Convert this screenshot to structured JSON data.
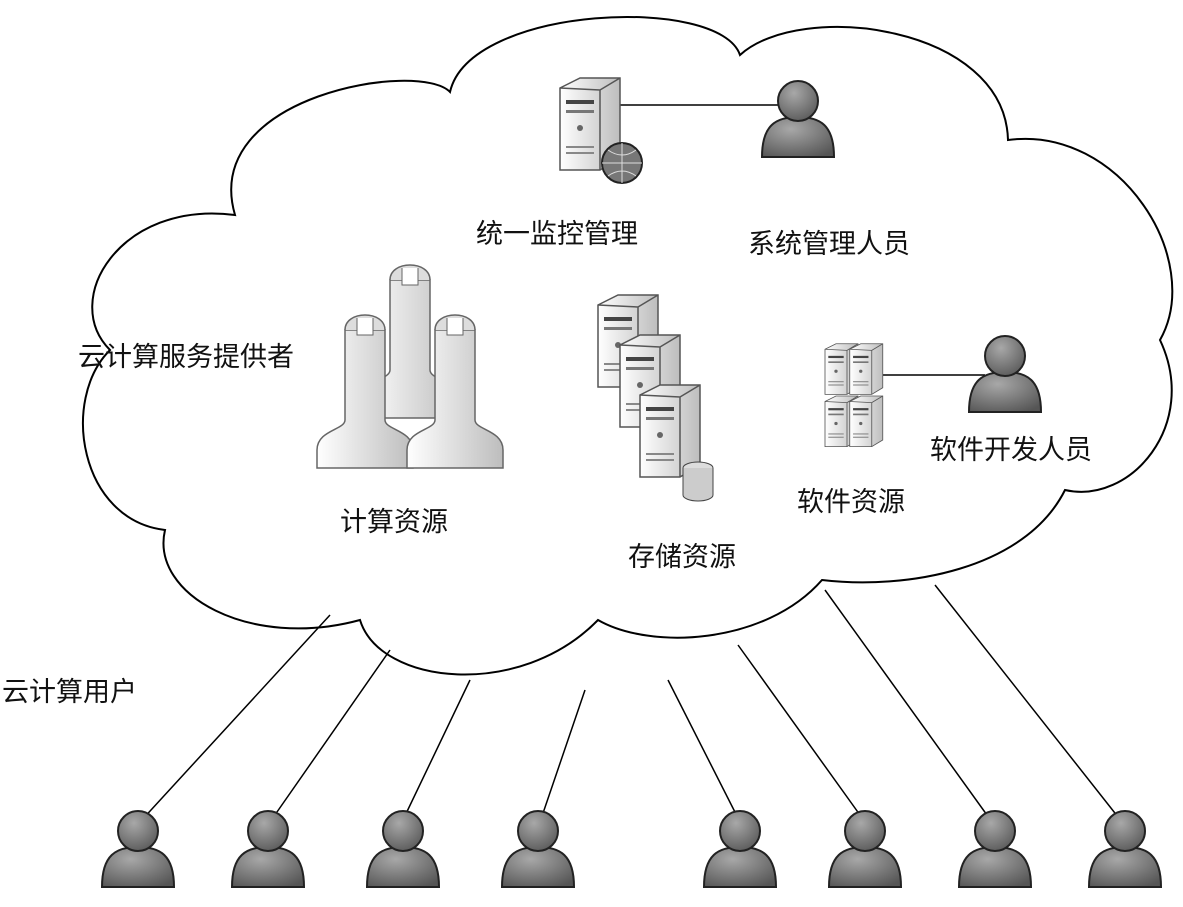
{
  "labels": {
    "monitoring": "统一监控管理",
    "sysadmin": "系统管理人员",
    "provider": "云计算服务提供者",
    "compute": "计算资源",
    "storage": "存储资源",
    "software": "软件资源",
    "developer": "软件开发人员",
    "users": "云计算用户"
  },
  "user_count": 8,
  "colors": {
    "person": "#7a7a7a",
    "line": "#000000",
    "server": "#e6e6e6"
  }
}
